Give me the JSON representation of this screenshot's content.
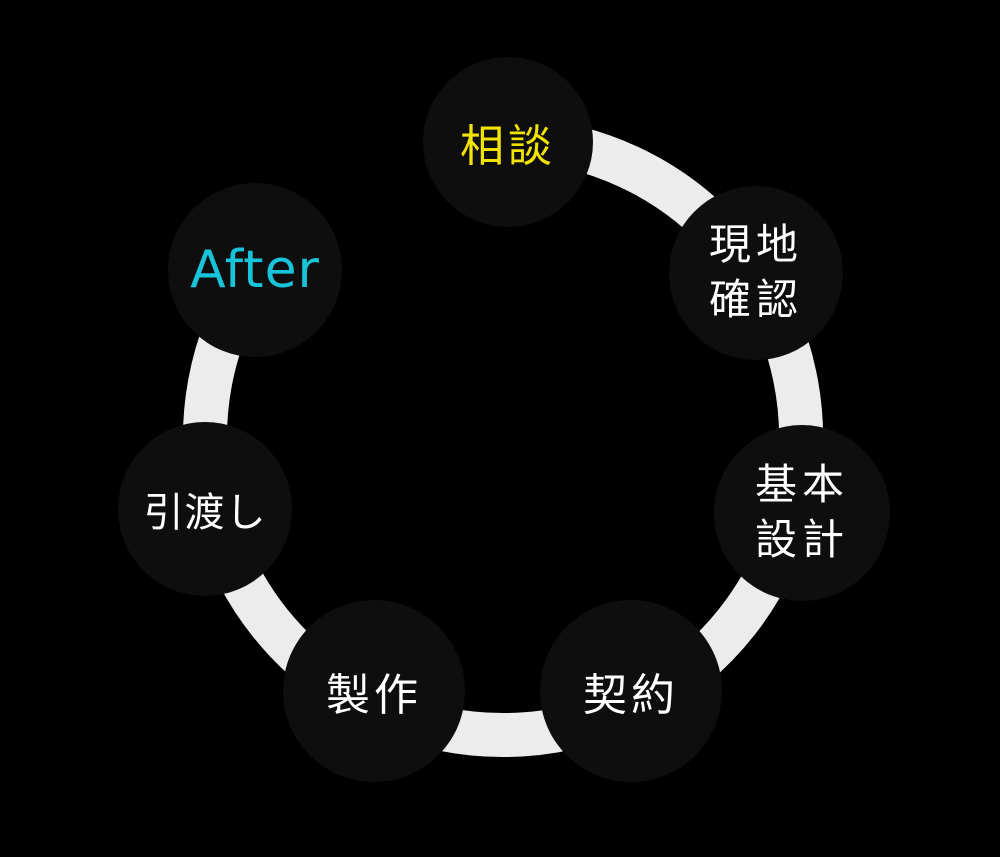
{
  "diagram": {
    "background_color": "#000000",
    "ring_color": "#ececec",
    "node_fill": "#0e0e0e",
    "nodes": [
      {
        "label": "相談",
        "lines": [
          "相談"
        ],
        "text_color": "#f2e400"
      },
      {
        "label": "現地確認",
        "lines": [
          "現地",
          "確認"
        ],
        "text_color": "#ffffff"
      },
      {
        "label": "基本設計",
        "lines": [
          "基本",
          "設計"
        ],
        "text_color": "#ffffff"
      },
      {
        "label": "契約",
        "lines": [
          "契約"
        ],
        "text_color": "#ffffff"
      },
      {
        "label": "製作",
        "lines": [
          "製作"
        ],
        "text_color": "#ffffff"
      },
      {
        "label": "引渡し",
        "lines": [
          "引渡し"
        ],
        "text_color": "#ffffff"
      },
      {
        "label": "After",
        "lines": [
          "After"
        ],
        "text_color": "#18c4d9"
      }
    ]
  }
}
